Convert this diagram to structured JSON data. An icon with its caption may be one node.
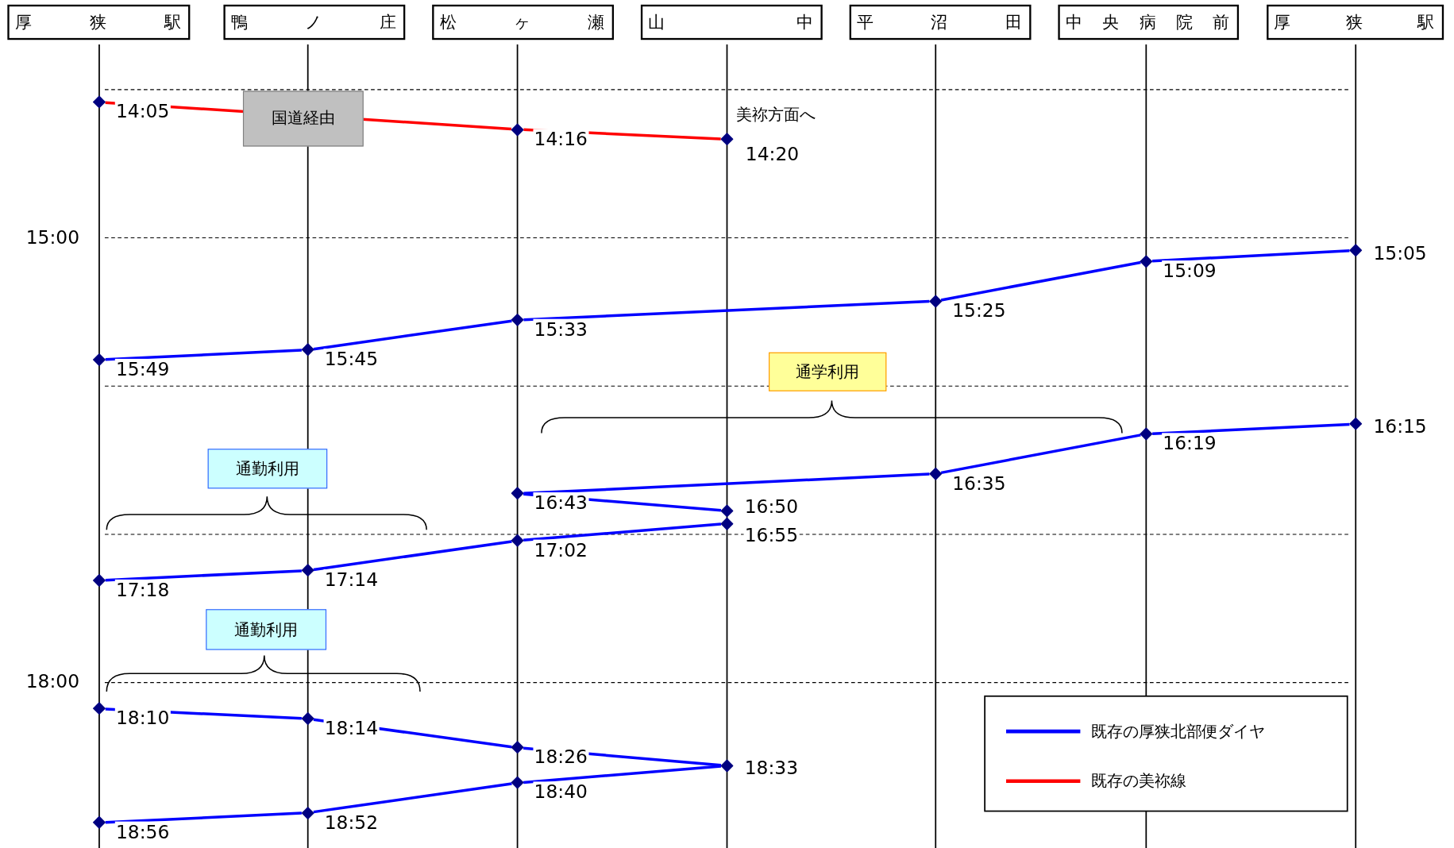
{
  "diagram": {
    "nodes": [
      {
        "text": [
          "厚狭駅"
        ]
      },
      {
        "text": [
          "鴨ノ庄"
        ]
      },
      {
        "text": [
          "松ヶ瀬"
        ]
      },
      {
        "text": [
          "山中"
        ]
      },
      {
        "text": [
          "平沼田"
        ]
      },
      {
        "text": [
          "中央病院前"
        ]
      },
      {
        "text": [
          "厚狭駅"
        ]
      },
      {
        "text": [],
        "shape": "diamond",
        "beside": [
          "14:05"
        ]
      },
      {
        "text": [],
        "shape": "diamond",
        "beside": [
          "14:16"
        ]
      },
      {
        "text": [],
        "shape": "diamond",
        "beside": [
          "14:20",
          "美祢方面へ"
        ]
      },
      {
        "text": [],
        "shape": "diamond",
        "beside": [
          "15:05"
        ]
      },
      {
        "text": [],
        "shape": "diamond",
        "beside": [
          "15:09"
        ]
      },
      {
        "text": [],
        "shape": "diamond",
        "beside": [
          "15:25"
        ]
      },
      {
        "text": [],
        "shape": "diamond",
        "beside": [
          "15:33"
        ]
      },
      {
        "text": [],
        "shape": "diamond",
        "beside": [
          "15:45"
        ]
      },
      {
        "text": [],
        "shape": "diamond",
        "beside": [
          "15:49"
        ]
      },
      {
        "text": [],
        "shape": "diamond",
        "beside": [
          "16:15"
        ]
      },
      {
        "text": [],
        "shape": "diamond",
        "beside": [
          "16:19"
        ]
      },
      {
        "text": [],
        "shape": "diamond",
        "beside": [
          "16:35"
        ]
      },
      {
        "text": [],
        "shape": "diamond",
        "beside": [
          "16:43"
        ]
      },
      {
        "text": [],
        "shape": "diamond",
        "beside": [
          "16:50"
        ]
      },
      {
        "text": [],
        "shape": "diamond",
        "beside": [
          "16:55"
        ]
      },
      {
        "text": [],
        "shape": "diamond",
        "beside": [
          "17:02"
        ]
      },
      {
        "text": [],
        "shape": "diamond",
        "beside": [
          "17:14"
        ]
      },
      {
        "text": [],
        "shape": "diamond",
        "beside": [
          "17:18"
        ]
      },
      {
        "text": [],
        "shape": "diamond",
        "beside": [
          "18:10"
        ]
      },
      {
        "text": [],
        "shape": "diamond",
        "beside": [
          "18:14"
        ]
      },
      {
        "text": [],
        "shape": "diamond",
        "beside": [
          "18:26"
        ]
      },
      {
        "text": [],
        "shape": "diamond",
        "beside": [
          "18:33"
        ]
      },
      {
        "text": [],
        "shape": "diamond",
        "beside": [
          "18:40"
        ]
      },
      {
        "text": [],
        "shape": "diamond",
        "beside": [
          "18:52"
        ]
      },
      {
        "text": [],
        "shape": "diamond",
        "beside": [
          "18:56"
        ]
      },
      {
        "text": [
          "通学利用"
        ]
      },
      {
        "text": [
          "通勤利用"
        ]
      },
      {
        "text": [
          "通勤利用"
        ]
      }
    ],
    "edges": [
      {
        "from": 7,
        "to": 8,
        "arrow": "none",
        "color": "#ff0000",
        "label": "国道経由"
      },
      {
        "from": 8,
        "to": 9,
        "arrow": "none",
        "color": "#ff0000"
      },
      {
        "from": 10,
        "to": 11,
        "arrow": "none"
      },
      {
        "from": 11,
        "to": 12,
        "arrow": "none"
      },
      {
        "from": 12,
        "to": 13,
        "arrow": "none"
      },
      {
        "from": 13,
        "to": 14,
        "arrow": "none"
      },
      {
        "from": 14,
        "to": 15,
        "arrow": "none"
      },
      {
        "from": 16,
        "to": 17,
        "arrow": "none"
      },
      {
        "from": 17,
        "to": 18,
        "arrow": "none"
      },
      {
        "from": 18,
        "to": 19,
        "arrow": "none"
      },
      {
        "from": 19,
        "to": 20,
        "arrow": "none"
      },
      {
        "from": 21,
        "to": 22,
        "arrow": "none"
      },
      {
        "from": 22,
        "to": 23,
        "arrow": "none"
      },
      {
        "from": 23,
        "to": 24,
        "arrow": "none"
      },
      {
        "from": 25,
        "to": 26,
        "arrow": "none"
      },
      {
        "from": 26,
        "to": 27,
        "arrow": "none"
      },
      {
        "from": 27,
        "to": 28,
        "arrow": "none"
      },
      {
        "from": 28,
        "to": 29,
        "arrow": "none"
      },
      {
        "from": 29,
        "to": 30,
        "arrow": "none"
      },
      {
        "from": 30,
        "to": 31,
        "arrow": "none"
      }
    ],
    "labels": [
      "15:00",
      "18:00"
    ],
    "legend": [
      {
        "text": "既存の厚狭北部便ダイヤ"
      },
      {
        "text": "既存の美祢線"
      }
    ]
  }
}
